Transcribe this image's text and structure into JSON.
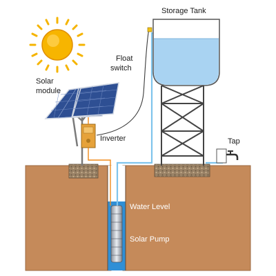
{
  "labels": {
    "storage_tank": "Storage Tank",
    "float_switch_1": "Float",
    "float_switch_2": "switch",
    "solar_module_1": "Solar",
    "solar_module_2": "module",
    "inverter": "Inverter",
    "tap": "Tap",
    "water_level": "Water Level",
    "solar_pump": "Solar Pump"
  },
  "colors": {
    "soil": "#c58a5a",
    "soil_edge": "#9c6a42",
    "water": "#a9d3f2",
    "tank_outline": "#555555",
    "tower": "#444444",
    "sun": "#f5b400",
    "panel": "#2e4f93",
    "inverter": "#e6a23a",
    "well_water": "#2f8fd6",
    "pipe_blue": "#7fc4ec",
    "cable_orange": "#f08a1a"
  }
}
